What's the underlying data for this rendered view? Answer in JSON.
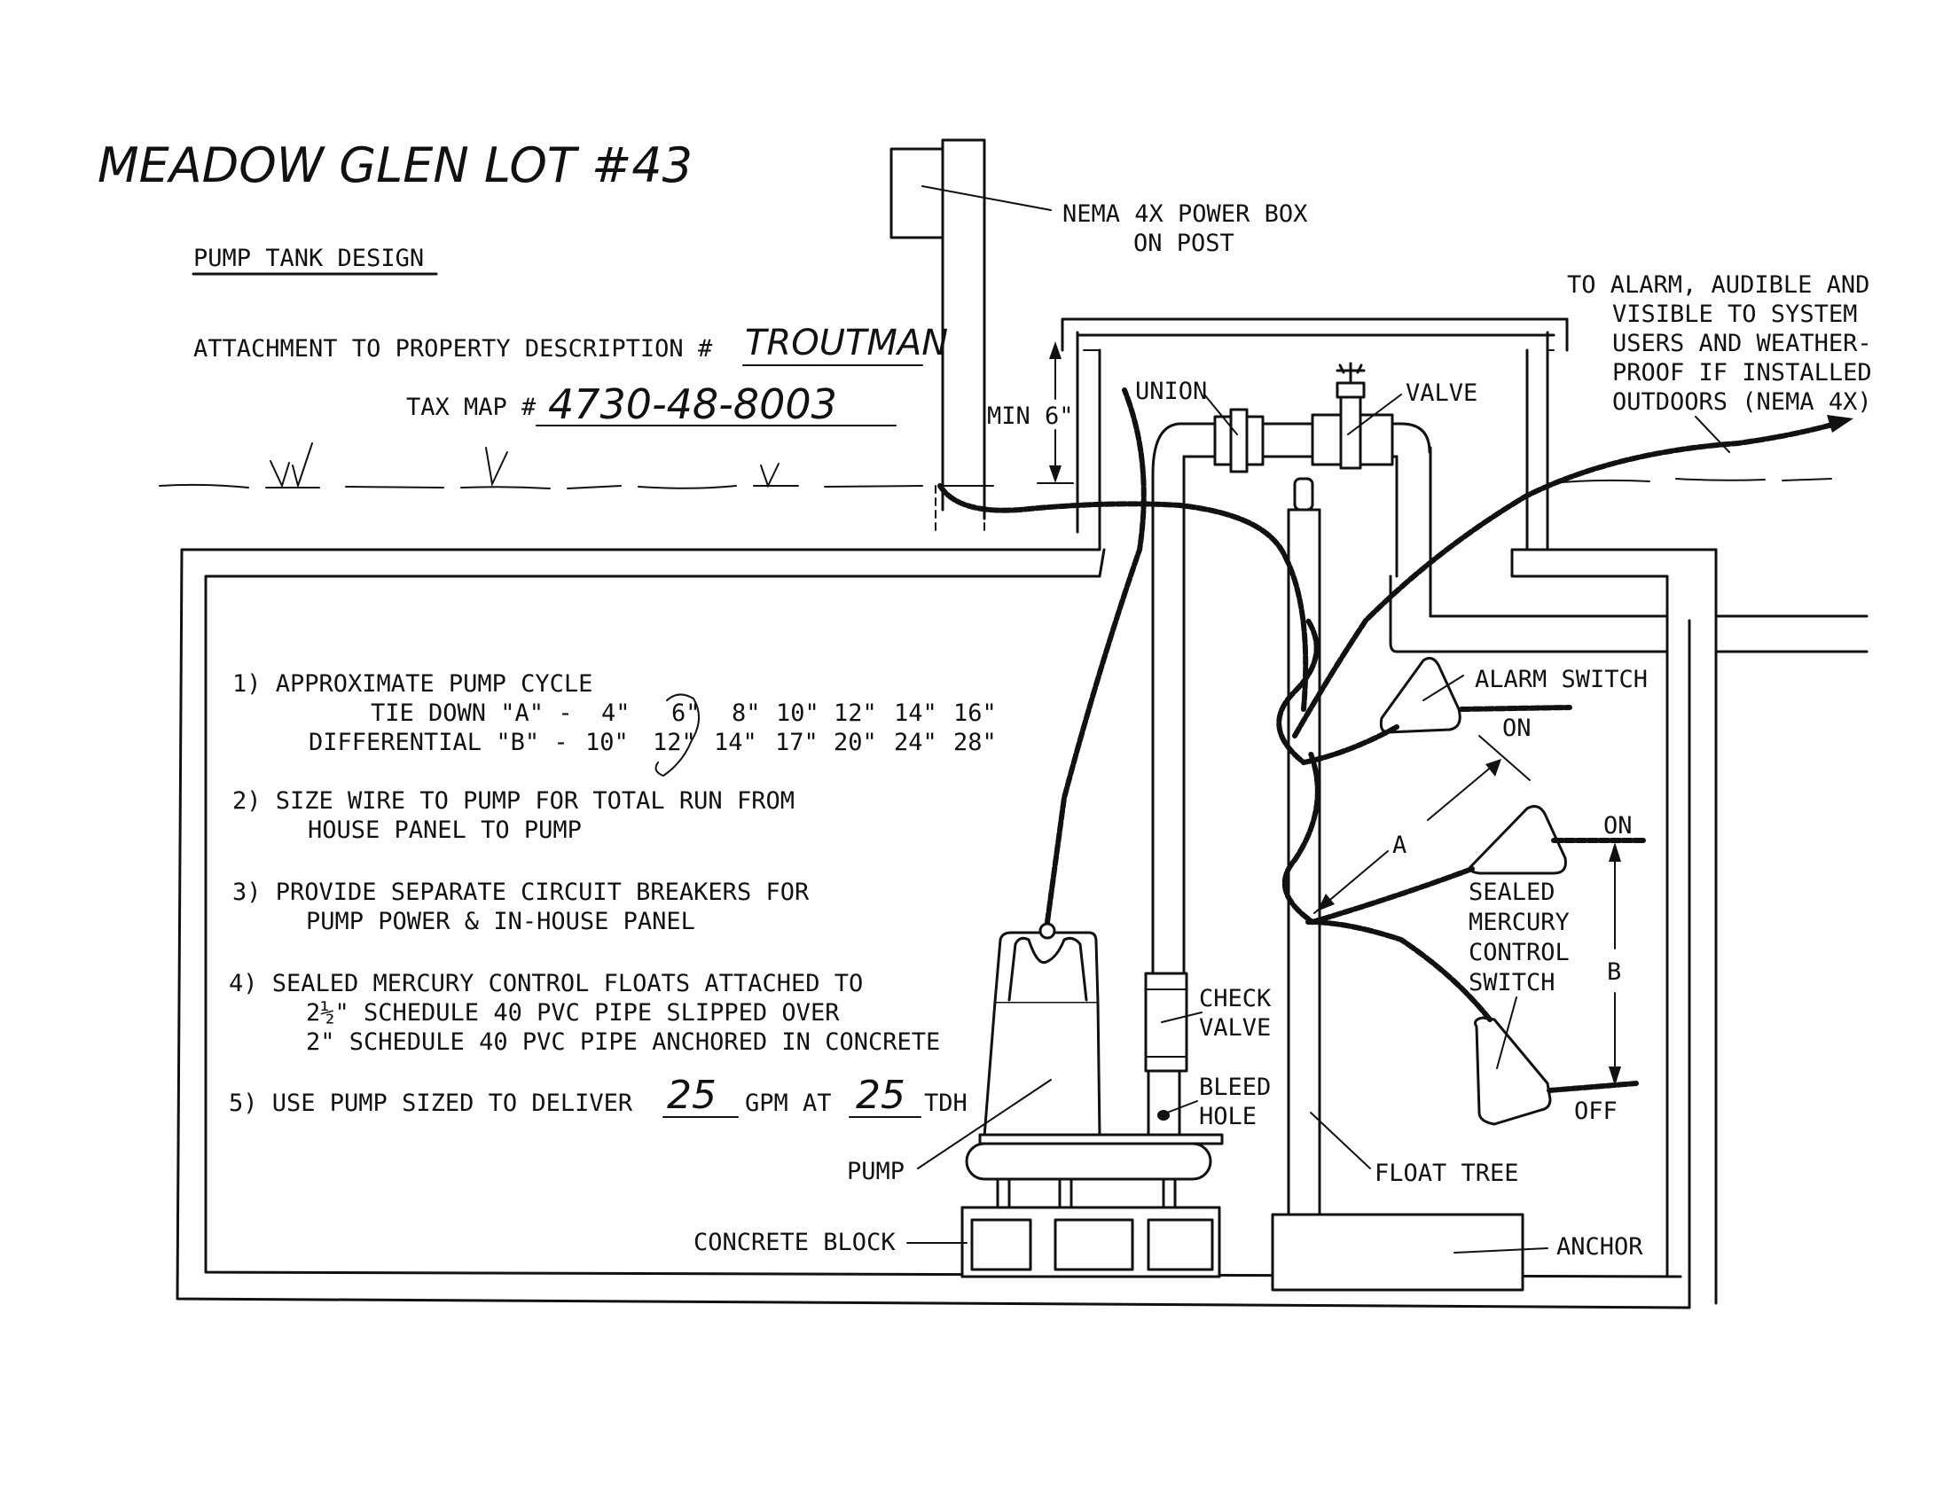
{
  "header": {
    "handwritten_title": "MEADOW GLEN  LOT #43",
    "doc_title": "PUMP TANK DESIGN",
    "attachment_label": "ATTACHMENT TO PROPERTY DESCRIPTION #",
    "attachment_value": "TROUTMAN",
    "tax_map_label": "TAX MAP #",
    "tax_map_value": "4730-48-8003"
  },
  "notes": {
    "n1_title": "1) APPROXIMATE PUMP CYCLE",
    "n1_row_a_label": "TIE DOWN \"A\" -",
    "n1_row_a_values": [
      "4\"",
      "6\"",
      "8\"",
      "10\"",
      "12\"",
      "14\"",
      "16\""
    ],
    "n1_row_b_label": "DIFFERENTIAL \"B\" -",
    "n1_row_b_values": [
      "10\"",
      "12\"",
      "14\"",
      "17\"",
      "20\"",
      "24\"",
      "28\""
    ],
    "n1_selected": {
      "tie_down_a": "6\"",
      "differential_b": "12\""
    },
    "n2_line1": "2) SIZE WIRE TO PUMP FOR TOTAL RUN FROM",
    "n2_line2": "HOUSE PANEL TO PUMP",
    "n3_line1": "3) PROVIDE SEPARATE CIRCUIT BREAKERS FOR",
    "n3_line2": "PUMP POWER & IN-HOUSE PANEL",
    "n4_line1": "4) SEALED MERCURY CONTROL FLOATS ATTACHED TO",
    "n4_line2": "2½\" SCHEDULE 40 PVC PIPE SLIPPED OVER",
    "n4_line3": "2\" SCHEDULE 40 PVC PIPE ANCHORED IN CONCRETE",
    "n5_prefix": "5) USE PUMP SIZED TO DELIVER",
    "n5_gpm_value": "25",
    "n5_mid": "GPM AT",
    "n5_tdh_value": "25",
    "n5_suffix": "TDH"
  },
  "labels": {
    "power_box_l1": "NEMA 4X POWER BOX",
    "power_box_l2": "ON POST",
    "alarm_l1": "TO ALARM, AUDIBLE AND",
    "alarm_l2": "VISIBLE TO SYSTEM",
    "alarm_l3": "USERS AND WEATHER-",
    "alarm_l4": "PROOF IF INSTALLED",
    "alarm_l5": "OUTDOORS (NEMA 4X)",
    "min_6": "MIN 6\"",
    "union": "UNION",
    "valve": "VALVE",
    "alarm_switch": "ALARM SWITCH",
    "on_alarm": "ON",
    "on_control": "ON",
    "off_control": "OFF",
    "dim_a": "A",
    "dim_b": "B",
    "sealed_l1": "SEALED",
    "sealed_l2": "MERCURY",
    "sealed_l3": "CONTROL",
    "sealed_l4": "SWITCH",
    "check_l1": "CHECK",
    "check_l2": "VALVE",
    "bleed_l1": "BLEED",
    "bleed_l2": "HOLE",
    "pump": "PUMP",
    "float_tree": "FLOAT TREE",
    "concrete_block": "CONCRETE BLOCK",
    "anchor": "ANCHOR"
  }
}
